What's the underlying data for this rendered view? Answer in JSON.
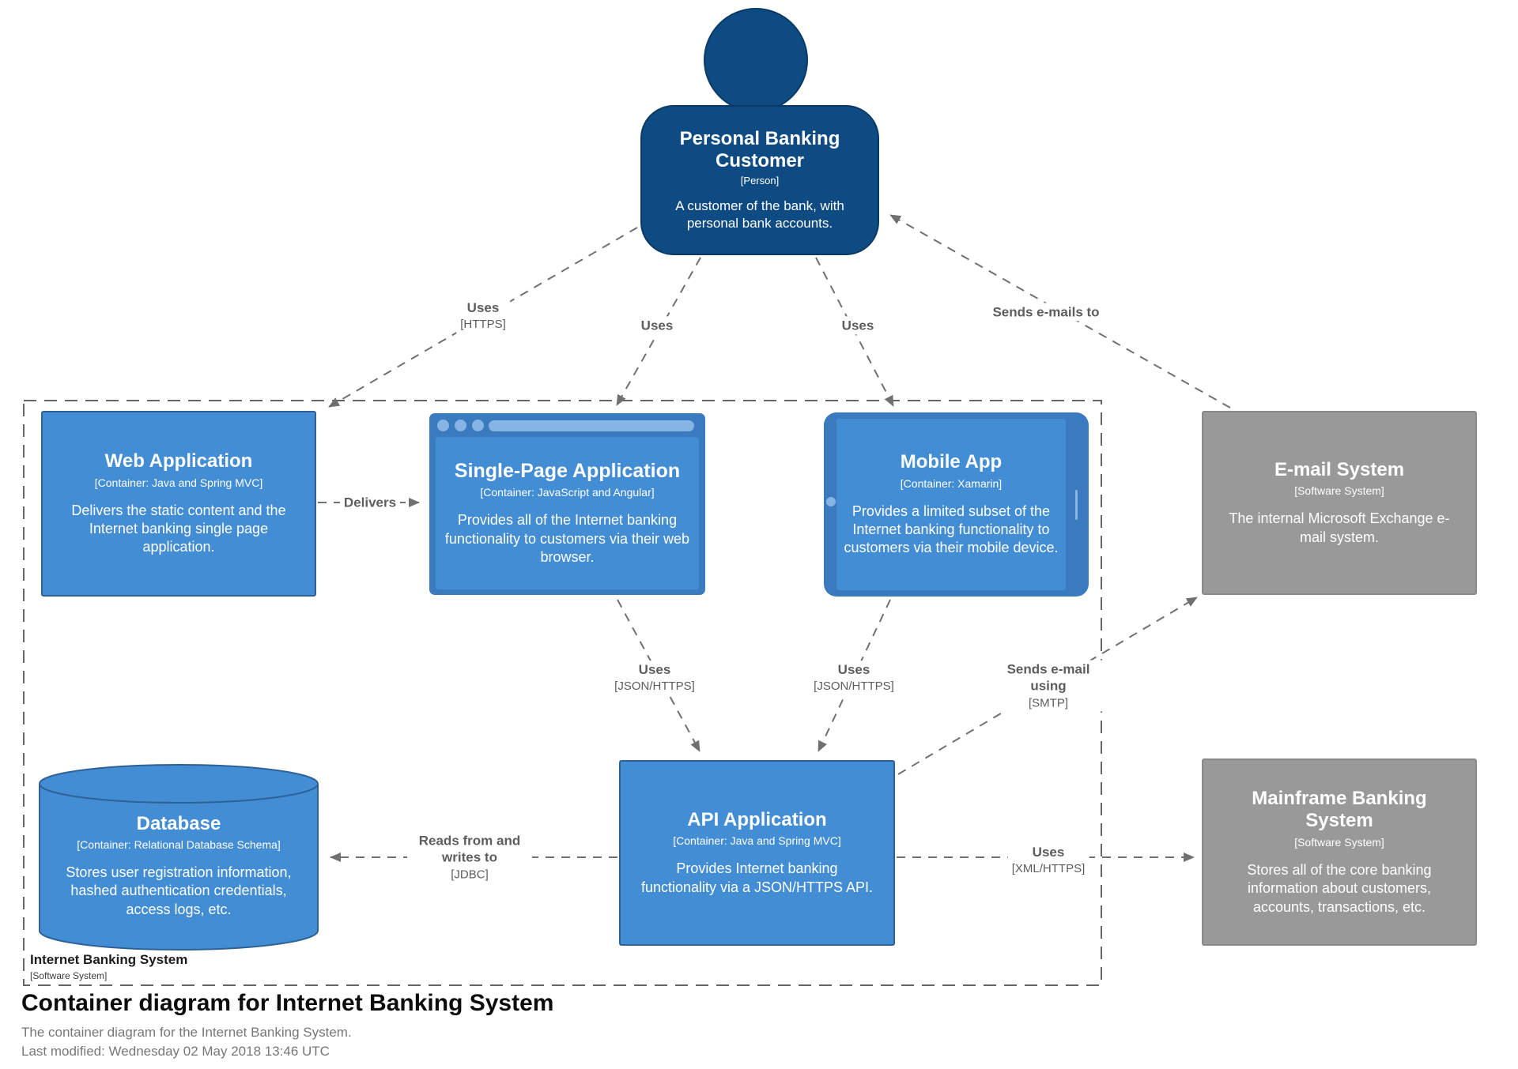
{
  "diagram": {
    "title": "Container diagram for Internet Banking System",
    "description": "The container diagram for the Internet Banking System.",
    "last_modified": "Last modified: Wednesday 02 May 2018 13:46 UTC"
  },
  "boundary": {
    "name": "Internet Banking System",
    "meta": "[Software System]"
  },
  "elements": {
    "person": {
      "name": "Personal Banking Customer",
      "meta": "[Person]",
      "description": "A customer of the bank, with personal bank accounts."
    },
    "web_app": {
      "name": "Web Application",
      "meta": "[Container: Java and Spring MVC]",
      "description": "Delivers the static content and the Internet banking single page application."
    },
    "spa": {
      "name": "Single-Page Application",
      "meta": "[Container: JavaScript and Angular]",
      "description": "Provides all of the Internet banking functionality to customers via their web browser."
    },
    "mobile_app": {
      "name": "Mobile App",
      "meta": "[Container: Xamarin]",
      "description": "Provides a limited subset of the Internet banking functionality to customers via their mobile device."
    },
    "email_system": {
      "name": "E-mail System",
      "meta": "[Software System]",
      "description": "The internal Microsoft Exchange e-mail system."
    },
    "database": {
      "name": "Database",
      "meta": "[Container: Relational Database Schema]",
      "description": "Stores user registration information, hashed authentication credentials, access logs, etc."
    },
    "api_app": {
      "name": "API Application",
      "meta": "[Container: Java and Spring MVC]",
      "description": "Provides Internet banking functionality via a JSON/HTTPS API."
    },
    "mainframe": {
      "name": "Mainframe Banking System",
      "meta": "[Software System]",
      "description": "Stores all of the core banking information about customers, accounts, transactions, etc."
    }
  },
  "relationships": {
    "person_web": {
      "label": "Uses",
      "protocol": "[HTTPS]"
    },
    "person_spa": {
      "label": "Uses"
    },
    "person_mobile": {
      "label": "Uses"
    },
    "email_person": {
      "label": "Sends e-mails to"
    },
    "web_spa": {
      "label": "Delivers"
    },
    "spa_api": {
      "label": "Uses",
      "protocol": "[JSON/HTTPS]"
    },
    "mobile_api": {
      "label": "Uses",
      "protocol": "[JSON/HTTPS]"
    },
    "api_email": {
      "label": "Sends e-mail using",
      "protocol": "[SMTP]"
    },
    "api_db": {
      "label": "Reads from and writes to",
      "protocol": "[JDBC]"
    },
    "api_mainframe": {
      "label": "Uses",
      "protocol": "[XML/HTTPS]"
    }
  },
  "colors": {
    "person": "#0e4b82",
    "person-border": "#0a3a66",
    "container": "#438dd5",
    "container-border": "#2e6295",
    "chrome": "#3a7abf",
    "decor": "#85b4e5",
    "external": "#999999",
    "external-border": "#8a8a8a",
    "line": "#707070",
    "rel-text": "#5d5d5d",
    "boundary": "#666666"
  }
}
